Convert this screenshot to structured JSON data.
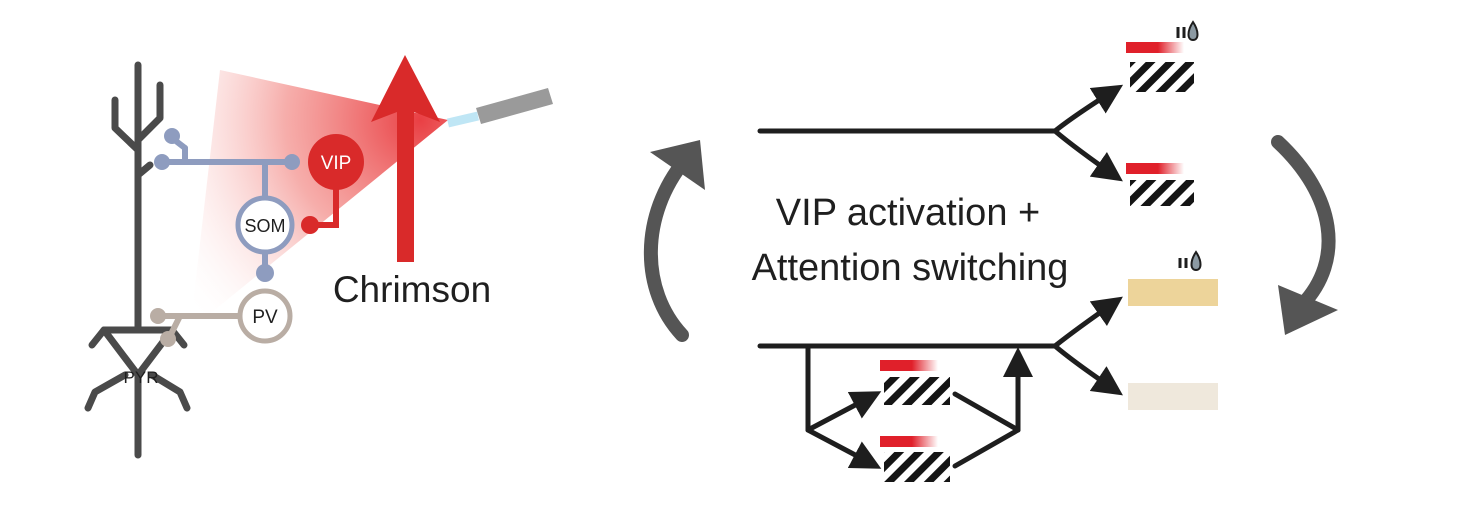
{
  "labels": {
    "vip": "VIP",
    "som": "SOM",
    "pv": "PV",
    "pyr": "PYR",
    "chrimson": "Chrimson",
    "center_line1": "VIP activation +",
    "center_line2": "Attention switching"
  },
  "colors": {
    "neuron_gray": "#4a4a4a",
    "vip_red": "#d92a2a",
    "som_blue": "#8e9cbf",
    "pv_tan": "#b9ada4",
    "text_black": "#1f1f1f",
    "line_black": "#1e1e1e",
    "arrow_gray": "#555555",
    "fiber_gray": "#9a9a9a",
    "fiber_blue": "#bfe6f5",
    "odor_yellow": "#edd49a",
    "odor_beige": "#efe8dc",
    "droplet_gray": "#8c9aa3"
  },
  "icons": {
    "water_reward": "water-droplet-icon",
    "odor_cue": "odor-bar-icon",
    "visual_grating": "grating-icon",
    "light_cue": "red-light-icon"
  }
}
